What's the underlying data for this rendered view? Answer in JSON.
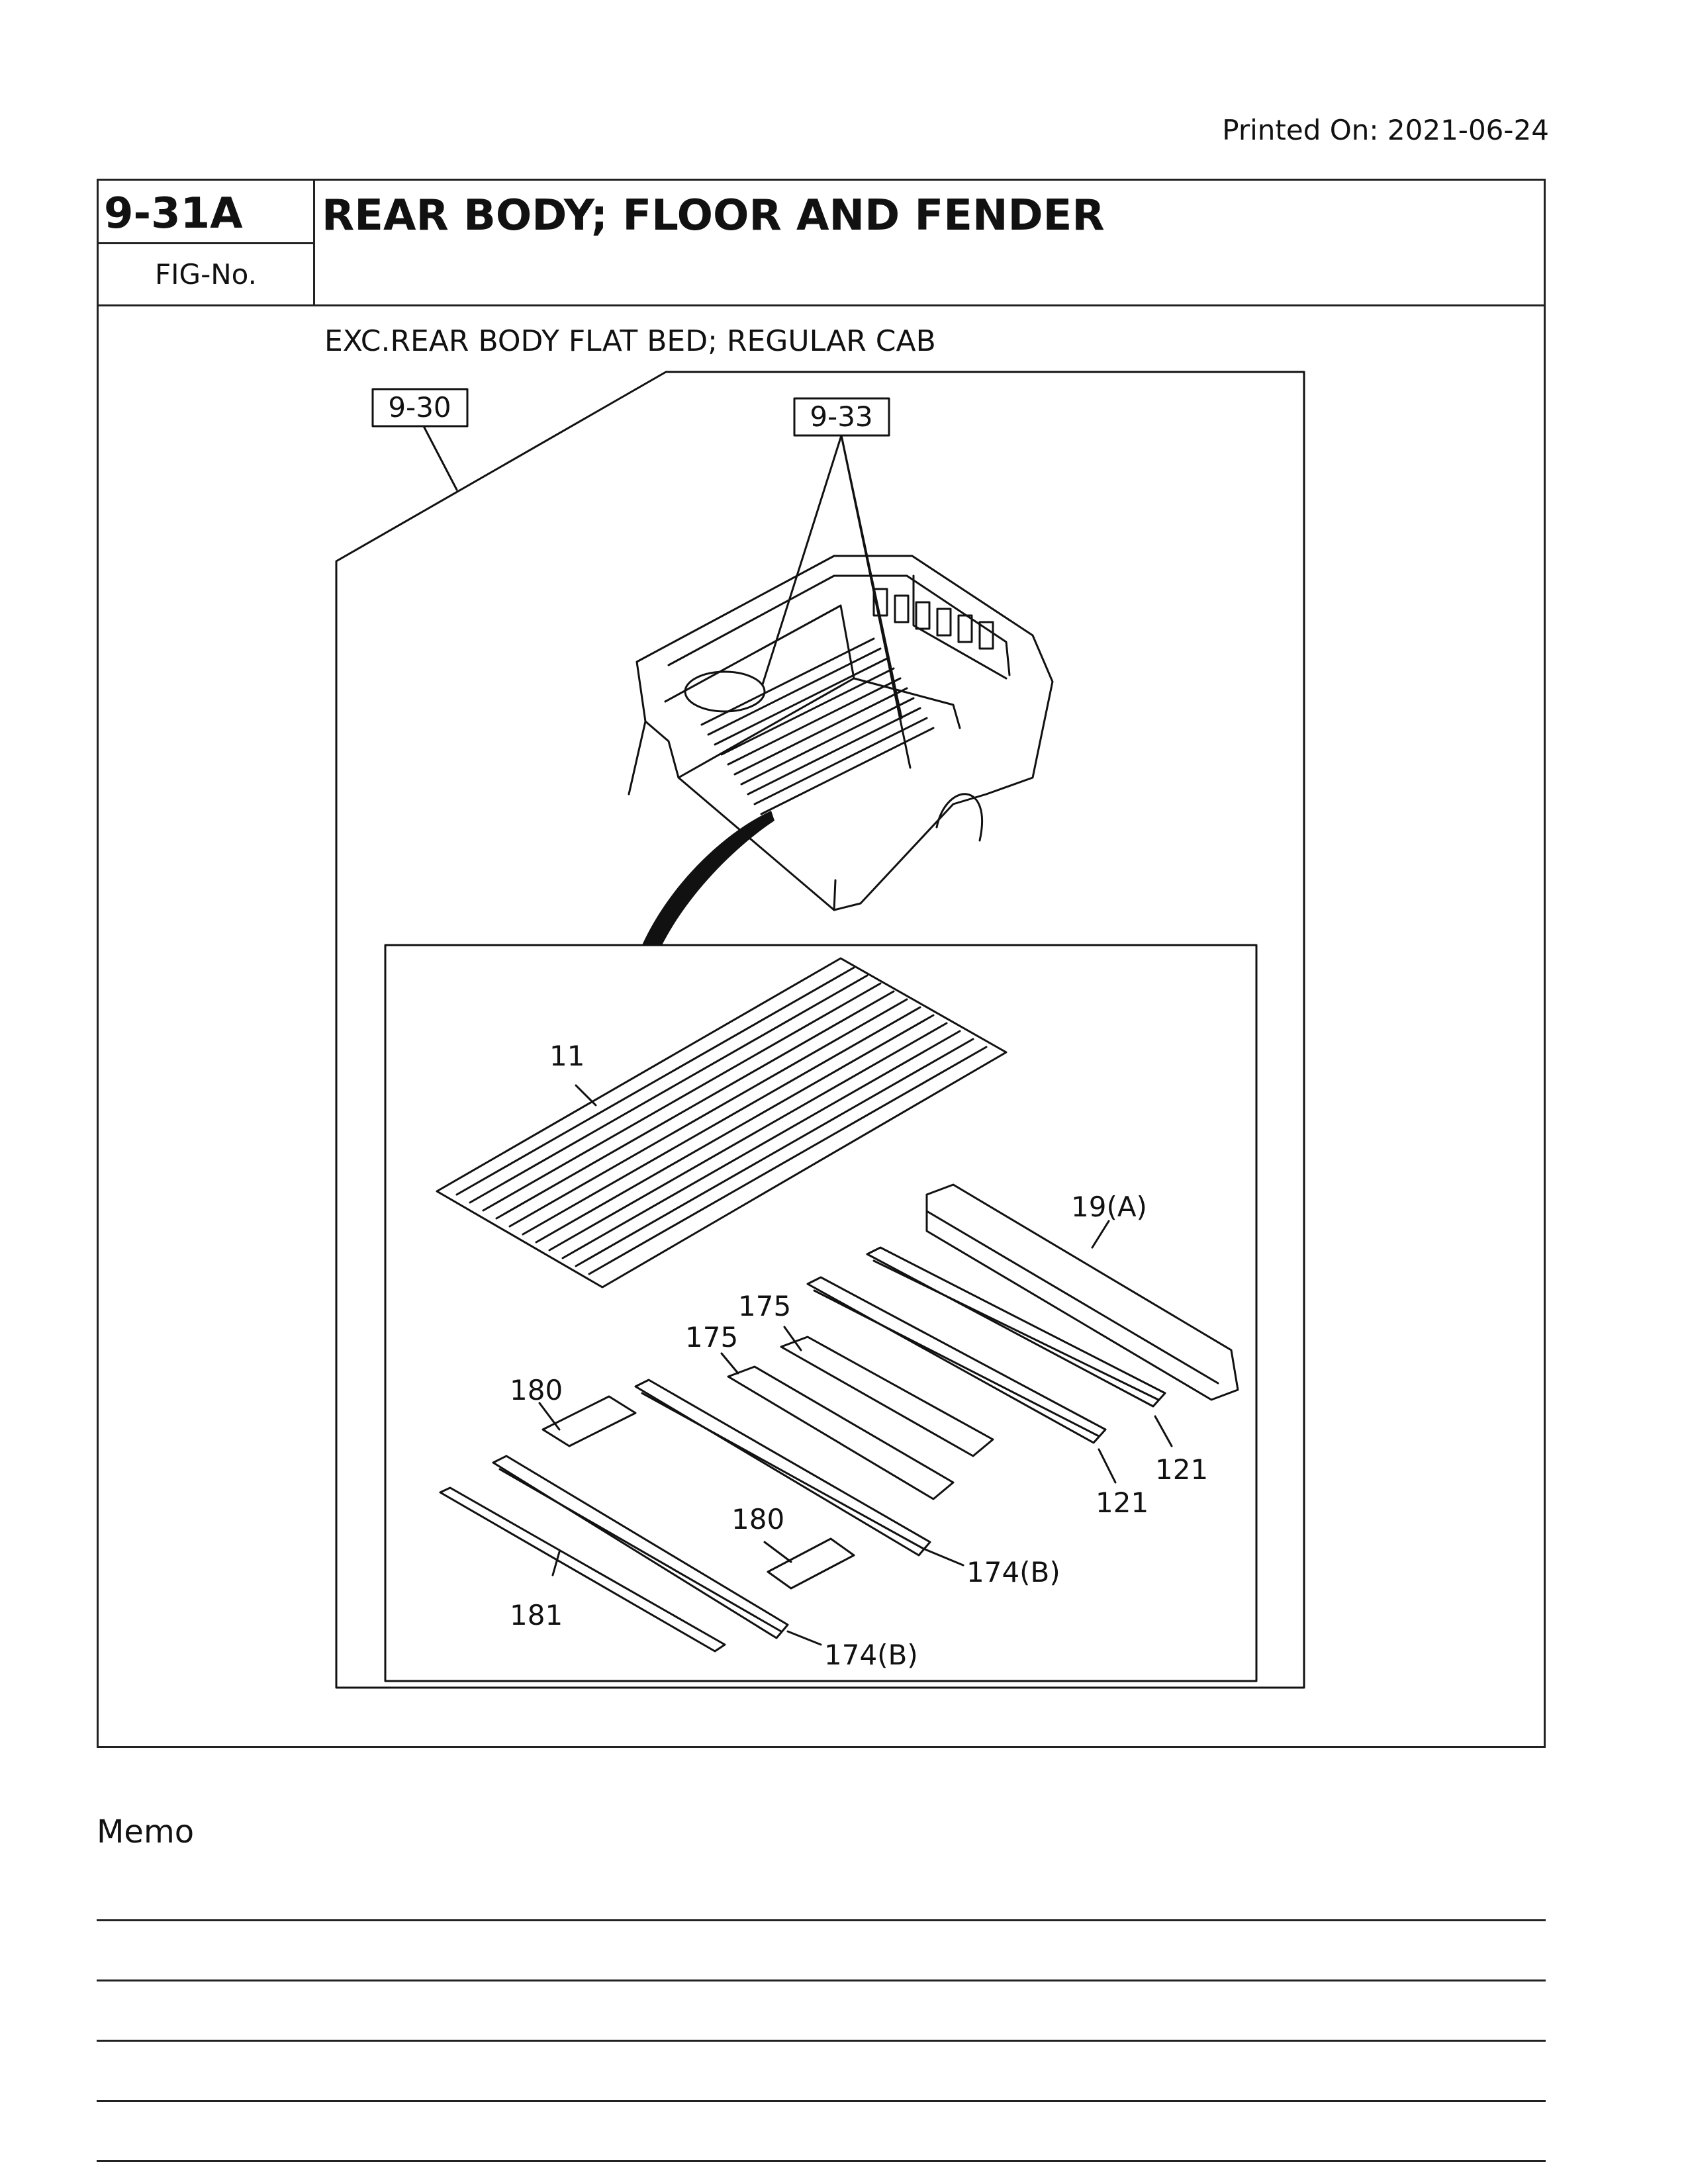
{
  "printed_on": "Printed On: 2021-06-24",
  "figure": {
    "number": "9-31A",
    "number_label": "FIG-No.",
    "title": "REAR BODY; FLOOR AND FENDER",
    "subtitle": "EXC.REAR BODY FLAT BED; REGULAR CAB"
  },
  "references": [
    "9-30",
    "9-33"
  ],
  "callouts": {
    "c11": "11",
    "c19a": "19(A)",
    "c175a": "175",
    "c175b": "175",
    "c180a": "180",
    "c180b": "180",
    "c121a": "121",
    "c121b": "121",
    "c174a": "174(B)",
    "c174b": "174(B)",
    "c181": "181"
  },
  "memo": {
    "label": "Memo"
  }
}
